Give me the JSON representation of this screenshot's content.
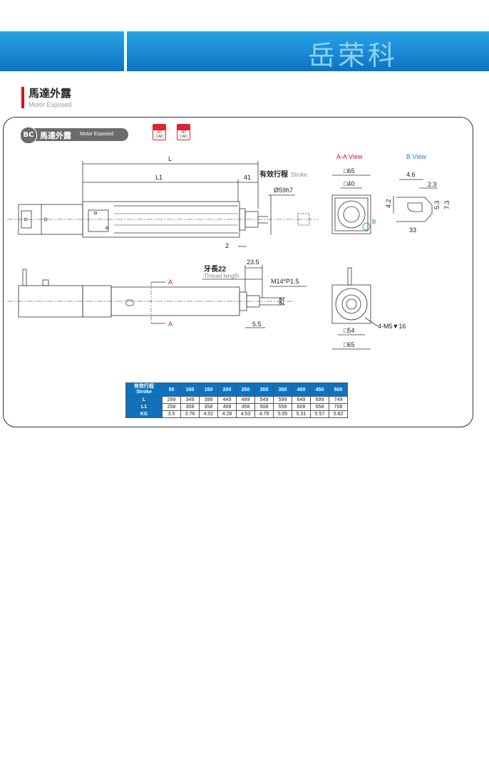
{
  "brand": "岳荣科",
  "section": {
    "title": "馬達外露",
    "subtitle": "Motor Exposed"
  },
  "badge": {
    "code": "BC",
    "title": "馬達外露",
    "subtitle": "Motor Exposed"
  },
  "cad": [
    {
      "label1": "2D",
      "label2": "CAD"
    },
    {
      "label1": "3D",
      "label2": "CAD"
    }
  ],
  "drawing": {
    "dim_L": "L",
    "dim_L1": "L1",
    "dim_41": "41",
    "stroke_cn": "有效行程",
    "stroke_en": "Stroke",
    "phi": "Ø59h7",
    "dim_2": "2",
    "dim_23_5": "23.5",
    "thread_cn": "牙長22",
    "thread_en": "Thread length",
    "m14": "M14*P1.5",
    "dim_22": "22",
    "dim_5_5": "5.5",
    "section_a": "A",
    "aa_view": "A-A View",
    "b_view": "B View",
    "sq65": "□65",
    "sq40": "□40",
    "b_label": "B",
    "dim_4_6": "4.6",
    "dim_2_3": "2.3",
    "dim_4_2": "4.2",
    "dim_5_3": "5.3",
    "dim_7_3": "7.3",
    "dim_33": "33",
    "sq54": "□54",
    "sq65b": "□65",
    "m5": "4-M5▼16",
    "colors": {
      "red": "#d0141c",
      "blue": "#1a7fd0"
    }
  },
  "table": {
    "header_cn": "有效行程",
    "header_en": "Stroke",
    "strokes": [
      "50",
      "100",
      "150",
      "200",
      "250",
      "300",
      "350",
      "400",
      "450",
      "500"
    ],
    "rows": [
      {
        "label": "L",
        "values": [
          "299",
          "349",
          "399",
          "449",
          "499",
          "549",
          "599",
          "649",
          "699",
          "749"
        ]
      },
      {
        "label": "L1",
        "values": [
          "258",
          "308",
          "358",
          "408",
          "458",
          "508",
          "558",
          "608",
          "658",
          "708"
        ]
      },
      {
        "label": "KG",
        "values": [
          "3.5",
          "3.76",
          "4.02",
          "4.28",
          "4.53",
          "4.79",
          "5.05",
          "5.31",
          "5.57",
          "5.82"
        ]
      }
    ]
  }
}
